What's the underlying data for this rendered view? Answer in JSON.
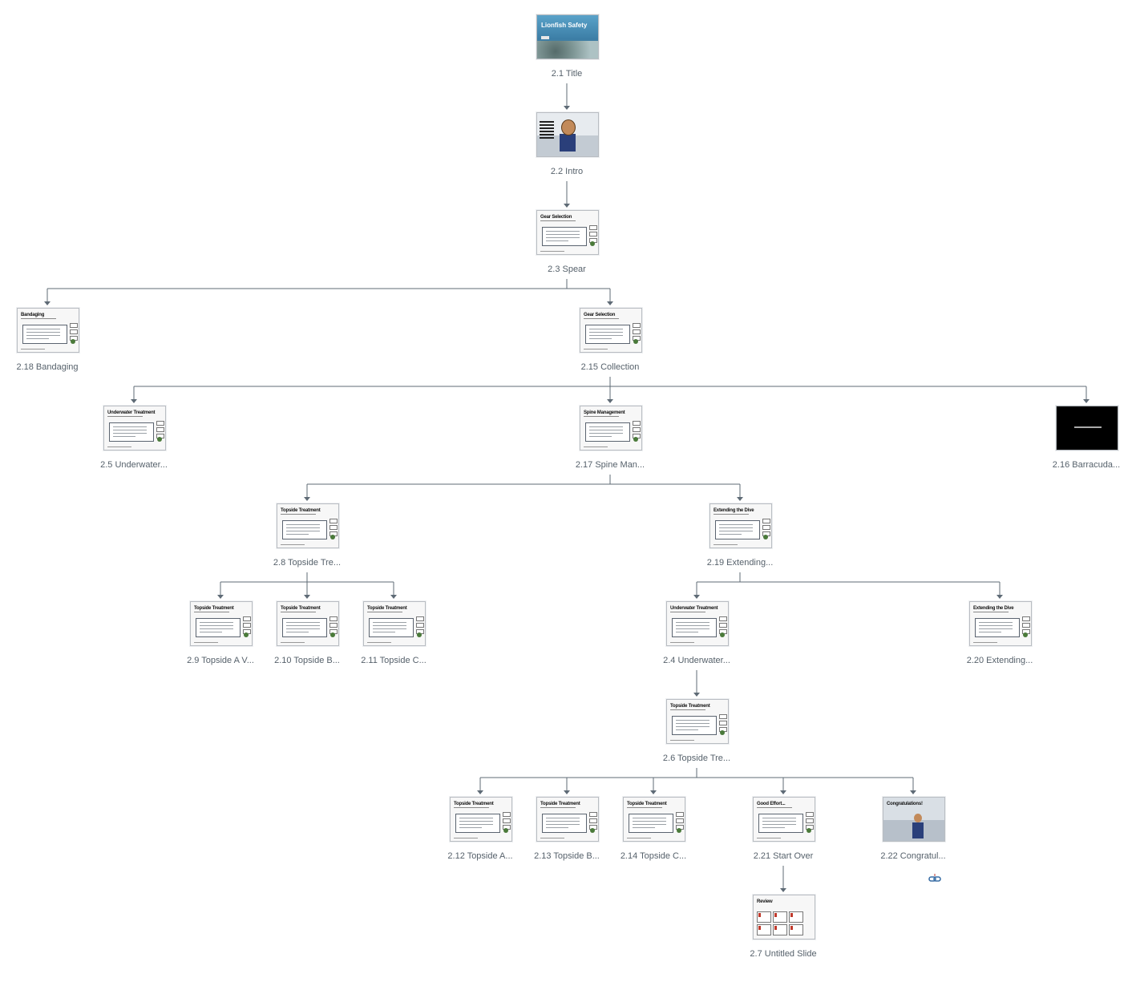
{
  "nodes": [
    {
      "id": "n1",
      "label": "2.1 Title",
      "thumb": {
        "kind": "title",
        "heading": "Lionfish Safety"
      }
    },
    {
      "id": "n2",
      "label": "2.2 Intro",
      "thumb": {
        "kind": "intro"
      }
    },
    {
      "id": "n3",
      "label": "2.3 Spear",
      "thumb": {
        "kind": "std",
        "heading": "Gear Selection"
      }
    },
    {
      "id": "n18",
      "label": "2.18 Bandaging",
      "thumb": {
        "kind": "std",
        "heading": "Bandaging"
      }
    },
    {
      "id": "n15",
      "label": "2.15 Collection",
      "thumb": {
        "kind": "std",
        "heading": "Gear Selection"
      }
    },
    {
      "id": "n5",
      "label": "2.5 Underwater...",
      "thumb": {
        "kind": "std",
        "heading": "Underwater Treatment"
      }
    },
    {
      "id": "n17",
      "label": "2.17 Spine Man...",
      "thumb": {
        "kind": "std",
        "heading": "Spine Management"
      }
    },
    {
      "id": "n16",
      "label": "2.16 Barracuda...",
      "thumb": {
        "kind": "black"
      }
    },
    {
      "id": "n8",
      "label": "2.8 Topside Tre...",
      "thumb": {
        "kind": "std",
        "heading": "Topside Treatment"
      }
    },
    {
      "id": "n19",
      "label": "2.19 Extending...",
      "thumb": {
        "kind": "std",
        "heading": "Extending the Dive"
      }
    },
    {
      "id": "n9",
      "label": "2.9 Topside A V...",
      "thumb": {
        "kind": "std",
        "heading": "Topside Treatment"
      }
    },
    {
      "id": "n10",
      "label": "2.10 Topside B...",
      "thumb": {
        "kind": "std",
        "heading": "Topside Treatment"
      }
    },
    {
      "id": "n11",
      "label": "2.11 Topside C...",
      "thumb": {
        "kind": "std",
        "heading": "Topside Treatment"
      }
    },
    {
      "id": "n4",
      "label": "2.4 Underwater...",
      "thumb": {
        "kind": "std",
        "heading": "Underwater Treatment"
      }
    },
    {
      "id": "n20",
      "label": "2.20 Extending...",
      "thumb": {
        "kind": "std",
        "heading": "Extending the Dive"
      }
    },
    {
      "id": "n6",
      "label": "2.6 Topside Tre...",
      "thumb": {
        "kind": "std",
        "heading": "Topside Treatment"
      }
    },
    {
      "id": "n12",
      "label": "2.12 Topside A...",
      "thumb": {
        "kind": "std",
        "heading": "Topside Treatment"
      }
    },
    {
      "id": "n13",
      "label": "2.13 Topside B...",
      "thumb": {
        "kind": "std",
        "heading": "Topside Treatment"
      }
    },
    {
      "id": "n14",
      "label": "2.14 Topside C...",
      "thumb": {
        "kind": "std",
        "heading": "Topside Treatment"
      }
    },
    {
      "id": "n21",
      "label": "2.21 Start Over",
      "thumb": {
        "kind": "std",
        "heading": "Good Effort..."
      }
    },
    {
      "id": "n22",
      "label": "2.22 Congratul...",
      "thumb": {
        "kind": "congrats",
        "heading": "Congratulations!"
      }
    },
    {
      "id": "n7",
      "label": "2.7 Untitled Slide",
      "thumb": {
        "kind": "review",
        "heading": "Review"
      }
    }
  ],
  "edges": [
    [
      "n1",
      "n2"
    ],
    [
      "n2",
      "n3"
    ],
    [
      "n3",
      "n18"
    ],
    [
      "n3",
      "n15"
    ],
    [
      "n15",
      "n5"
    ],
    [
      "n15",
      "n17"
    ],
    [
      "n15",
      "n16"
    ],
    [
      "n17",
      "n8"
    ],
    [
      "n17",
      "n19"
    ],
    [
      "n8",
      "n9"
    ],
    [
      "n8",
      "n10"
    ],
    [
      "n8",
      "n11"
    ],
    [
      "n19",
      "n4"
    ],
    [
      "n19",
      "n20"
    ],
    [
      "n4",
      "n6"
    ],
    [
      "n6",
      "n12"
    ],
    [
      "n6",
      "n13"
    ],
    [
      "n6",
      "n14"
    ],
    [
      "n6",
      "n21"
    ],
    [
      "n6",
      "n22"
    ],
    [
      "n21",
      "n7"
    ]
  ],
  "colors": {
    "line": "#5f6b76",
    "label": "#56616b",
    "link": "#3a6ea5",
    "link_stub": "#c0392b"
  },
  "icons": {
    "loop_link": "link-icon"
  }
}
